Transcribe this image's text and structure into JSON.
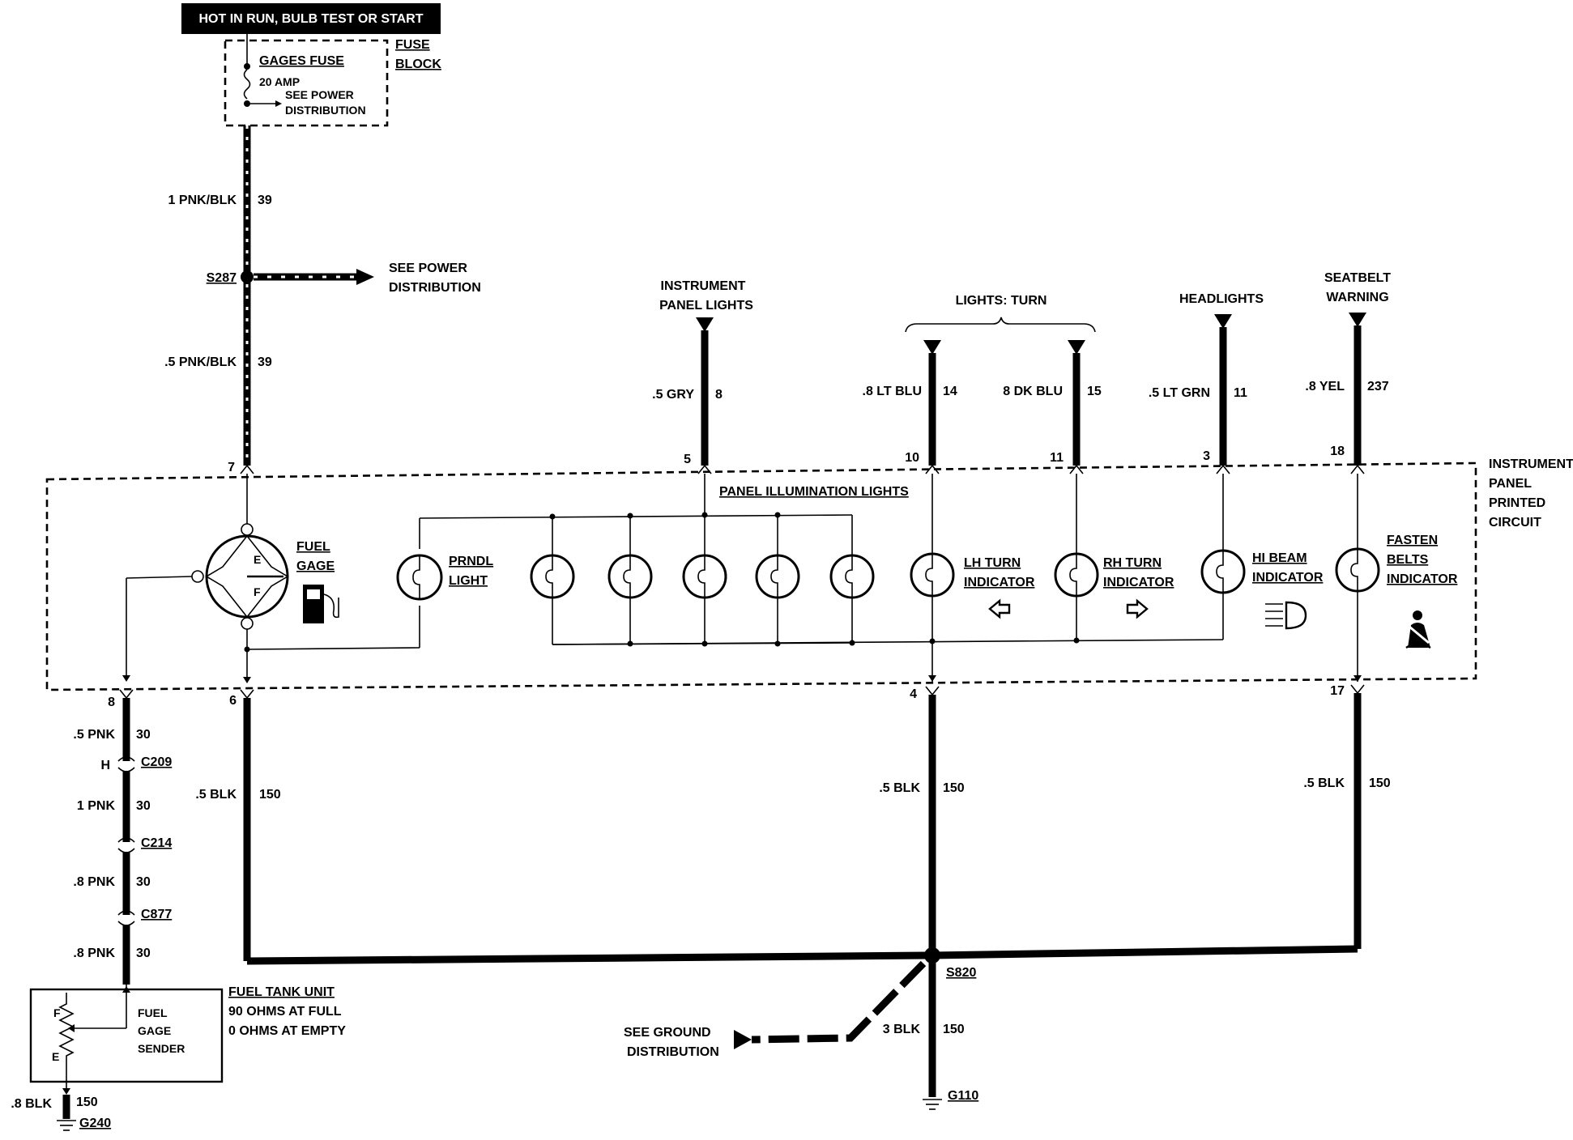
{
  "header": {
    "banner": "HOT IN RUN, BULB TEST OR START"
  },
  "fuse_block": {
    "fuse_name": "GAGES FUSE",
    "fuse_rating": "20 AMP",
    "see_power_1": "SEE POWER",
    "see_power_2": "DISTRIBUTION",
    "block_label_1": "FUSE",
    "block_label_2": "BLOCK"
  },
  "top_wire": {
    "upper_color": "1 PNK/BLK",
    "upper_circuit": "39",
    "splice": "S287",
    "splice_note_1": "SEE POWER",
    "splice_note_2": "DISTRIBUTION",
    "lower_color": ".5 PNK/BLK",
    "lower_circuit": "39",
    "pin": "7"
  },
  "inputs": [
    {
      "title_1": "INSTRUMENT",
      "title_2": "PANEL LIGHTS",
      "color": ".5 GRY",
      "circuit": "8",
      "pin": "5"
    },
    {
      "title_1": "",
      "title_2": "",
      "color": ".8 LT BLU",
      "circuit": "14",
      "pin": "10"
    },
    {
      "title_1": "",
      "title_2": "",
      "color": "8 DK BLU",
      "circuit": "15",
      "pin": "11"
    },
    {
      "title_1": "",
      "title_2": "HEADLIGHTS",
      "color": ".5 LT GRN",
      "circuit": "11",
      "pin": "3"
    },
    {
      "title_1": "SEATBELT",
      "title_2": "WARNING",
      "color": ".8 YEL",
      "circuit": "237",
      "pin": "18"
    }
  ],
  "lights_turn": "LIGHTS: TURN",
  "panel": {
    "title_1": "INSTRUMENT",
    "title_2": "PANEL",
    "title_3": "PRINTED",
    "title_4": "CIRCUIT",
    "illumination": "PANEL ILLUMINATION LIGHTS",
    "fuel_gage_1": "FUEL",
    "fuel_gage_2": "GAGE",
    "gauge_e": "E",
    "gauge_f": "F",
    "prndl_1": "PRNDL",
    "prndl_2": "LIGHT",
    "lh_1": "LH TURN",
    "lh_2": "INDICATOR",
    "rh_1": "RH TURN",
    "rh_2": "INDICATOR",
    "hi_1": "HI BEAM",
    "hi_2": "INDICATOR",
    "fb_1": "FASTEN",
    "fb_2": "BELTS",
    "fb_3": "INDICATOR"
  },
  "sender_branch": {
    "pin": "8",
    "w1_color": ".5 PNK",
    "w1_circuit": "30",
    "c209_pin": "H",
    "c209": "C209",
    "w2_color": "1 PNK",
    "w2_circuit": "30",
    "c214": "C214",
    "w3_color": ".8 PNK",
    "w3_circuit": "30",
    "c877": "C877",
    "w4_color": ".8 PNK",
    "w4_circuit": "30",
    "tank_title": "FUEL TANK UNIT",
    "tank_full": "90 OHMS AT FULL",
    "tank_empty": "0 OHMS AT EMPTY",
    "sender_1": "FUEL",
    "sender_2": "GAGE",
    "sender_3": "SENDER",
    "sender_f": "F",
    "sender_e": "E",
    "gnd_color": ".8 BLK",
    "gnd_circuit": "150",
    "gnd": "G240"
  },
  "ground_wires": {
    "pin_6": "6",
    "w6_color": ".5 BLK",
    "w6_circuit": "150",
    "pin_4": "4",
    "w4_color": ".5 BLK",
    "w4_circuit": "150",
    "pin_17": "17",
    "w17_color": ".5 BLK",
    "w17_circuit": "150",
    "splice": "S820",
    "main_color": "3 BLK",
    "main_circuit": "150",
    "ground": "G110",
    "see_ground_1": "SEE GROUND",
    "see_ground_2": "DISTRIBUTION"
  }
}
